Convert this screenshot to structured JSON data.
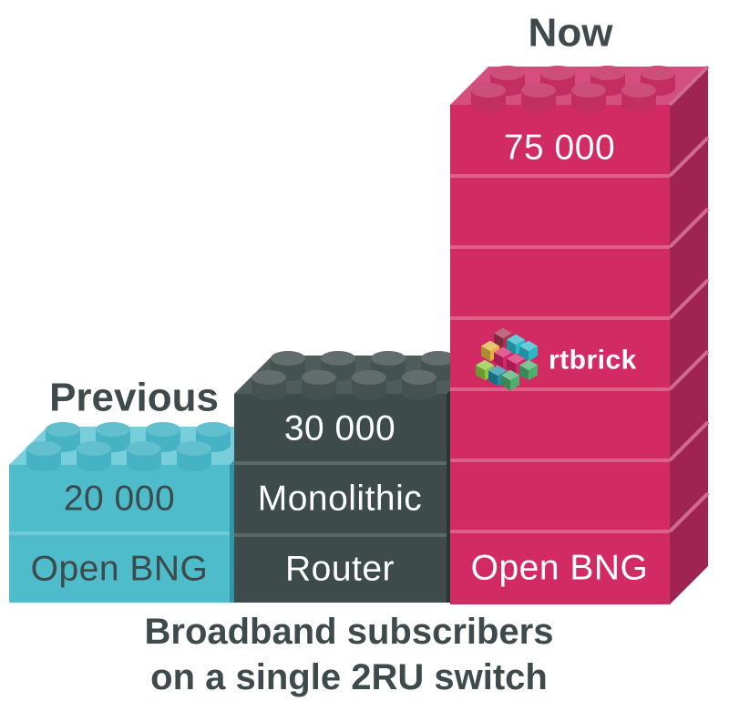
{
  "chart_data": {
    "type": "bar",
    "title": "Broadband subscribers on a single 2RU switch",
    "categories": [
      "Previous — Open BNG",
      "Monolithic Router",
      "Now — Open BNG (rtbrick)"
    ],
    "values": [
      20000,
      30000,
      75000
    ],
    "value_labels": [
      "20 000",
      "30 000",
      "75 000"
    ],
    "unit": "broadband subscribers per single 2RU switch",
    "legend_position": "none",
    "grid": false,
    "style": "lego-brick towers, oblique 3D projection"
  },
  "labels": {
    "now": "Now",
    "previous": "Previous"
  },
  "caption": {
    "line1": "Broadband subscribers",
    "line2": "on a single 2RU switch"
  },
  "towers": {
    "previous": {
      "era_label": "Previous",
      "value": "20 000",
      "product": "Open BNG"
    },
    "monolithic": {
      "value": "30 000",
      "product_line1": "Monolithic",
      "product_line2": "Router"
    },
    "now": {
      "era_label": "Now",
      "value": "75 000",
      "product": "Open BNG",
      "brand": "rtbrick"
    }
  },
  "colors": {
    "cyan_front": "#4FBCCB",
    "cyan_top": "#79CEDB",
    "cyan_side": "#2F96A8",
    "cyan_stud": "#45B3C4",
    "cyan_lip": "#6FCAD8",
    "dark_front": "#3D4B4A",
    "dark_top": "#4F5D5A",
    "dark_side": "#2A3534",
    "dark_stud": "#445250",
    "dark_lip": "#5A6A67",
    "pink_front": "#D22A63",
    "pink_top": "#D44F7D",
    "pink_side": "#A02450",
    "pink_stud": "#C22E5F",
    "pink_lip": "#DE5F88",
    "label_text": "#3E4A4B",
    "brick_text_dark": "#3C4A4B",
    "brick_text_light": "#FFFFFF",
    "logo_palette": [
      "#D6256D",
      "#2BB9C9",
      "#E0B23E",
      "#4CAF6E",
      "#8BC63F",
      "#A93253",
      "#1F8FA8"
    ]
  }
}
